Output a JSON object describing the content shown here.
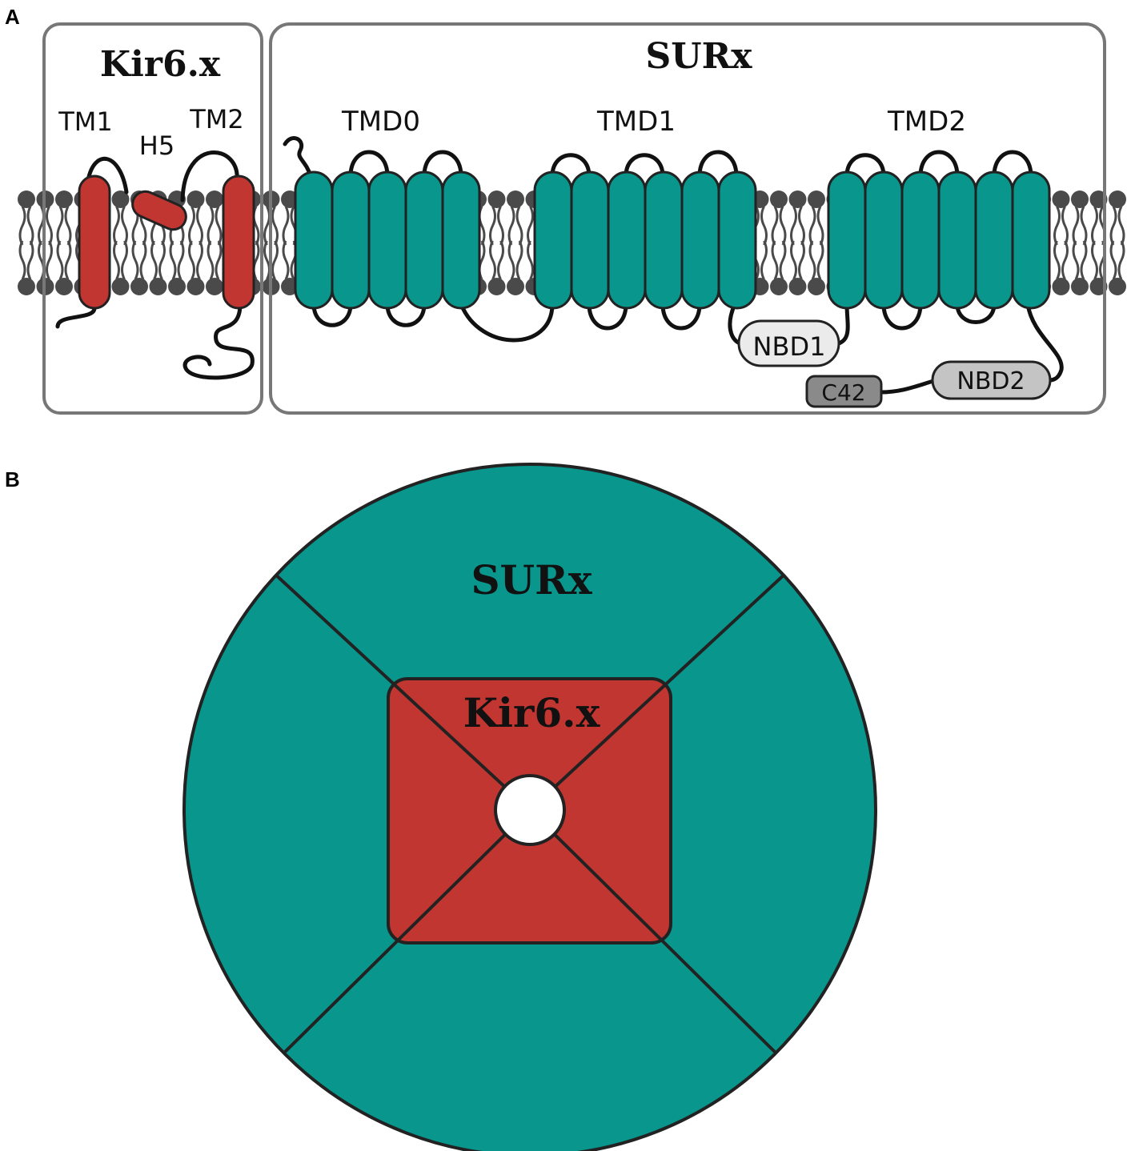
{
  "panel_a": {
    "label": "A",
    "kir_box": {
      "title": "Kir6.x",
      "segments": [
        "TM1",
        "H5",
        "TM2"
      ]
    },
    "sur_box": {
      "title": "SURx",
      "domains": [
        "TMD0",
        "TMD1",
        "TMD2"
      ],
      "nbd1": "NBD1",
      "nbd2": "NBD2",
      "c42": "C42"
    }
  },
  "panel_b": {
    "label": "B",
    "outer_label": "SURx",
    "inner_label": "Kir6.x"
  },
  "colors": {
    "kir_red": "#c13631",
    "sur_teal": "#08968d",
    "lipid": "#4a4a4a",
    "box_border": "#777777",
    "nbd1_fill": "#ebebeb",
    "nbd2_fill": "#c4c4c4",
    "c42_fill": "#8a8a8a"
  }
}
